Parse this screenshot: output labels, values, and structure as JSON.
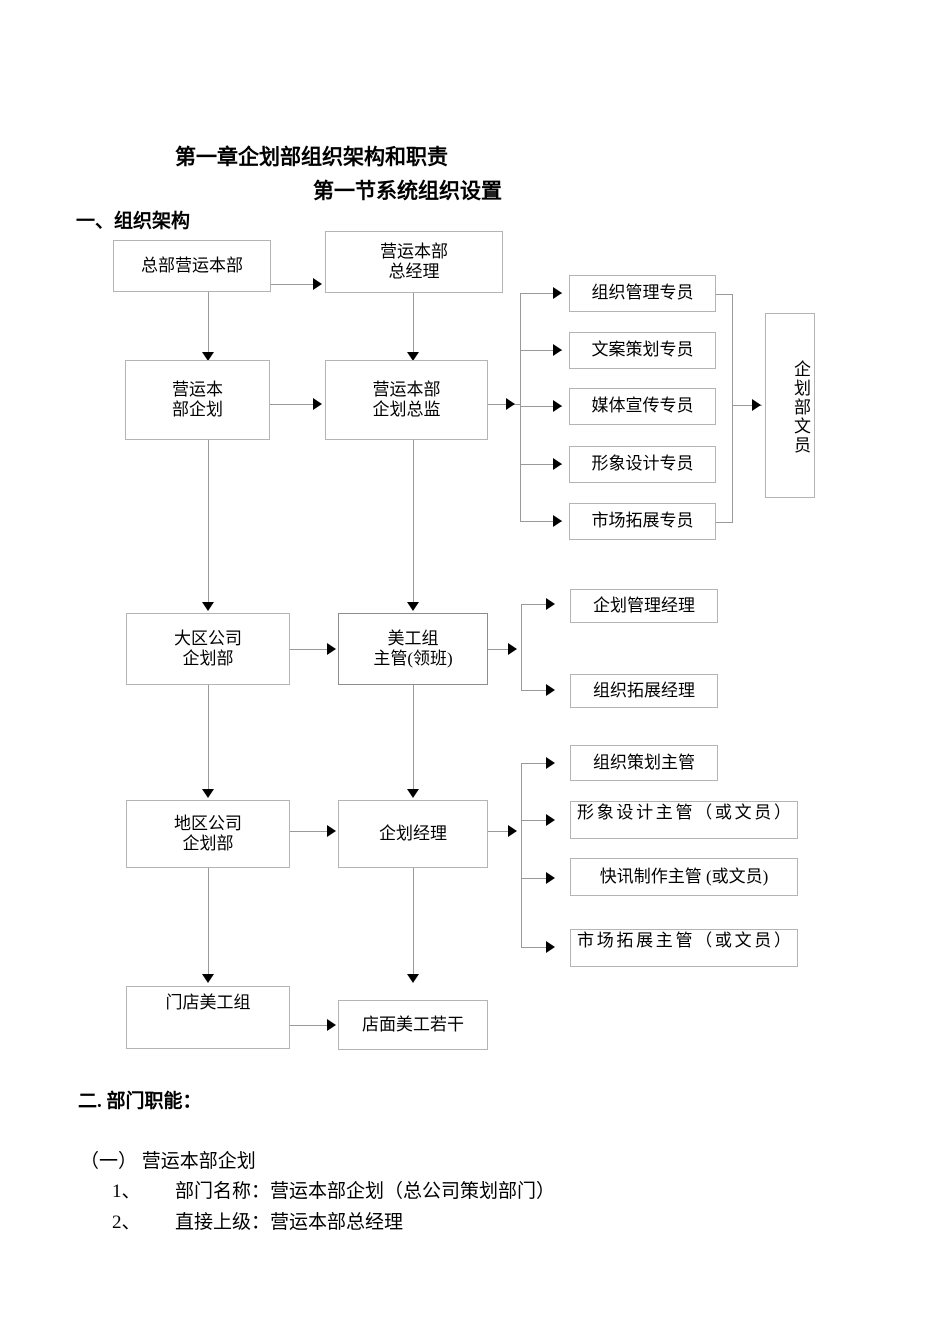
{
  "document": {
    "title_line_1": "第一章企划部组织架构和职责",
    "title_line_2": "第一节系统组织设置",
    "section_1_heading": "一、组织架构",
    "section_2_heading": "二. 部门职能："
  },
  "org_chart": {
    "tier_1": {
      "left_box": "总部营运本部",
      "right_box": "营运本部\n总经理"
    },
    "tier_2": {
      "left_box": "营运本\n部企划",
      "right_box": "营运本部\n企划总监",
      "specialists": [
        "组织管理专员",
        "文案策划专员",
        "媒体宣传专员",
        "形象设计专员",
        "市场拓展专员"
      ],
      "collector_box": "企划部文员"
    },
    "tier_3": {
      "left_box": "大区公司\n企划部",
      "right_box": "美工组\n主管(领班)",
      "reports": [
        "企划管理经理",
        "组织拓展经理"
      ]
    },
    "tier_4": {
      "left_box": "地区公司\n企划部",
      "right_box": "企划经理",
      "reports": [
        "组织策划主管",
        "形象设计主管（或文员）",
        "快讯制作主管 (或文员)",
        "市场拓展主管（或文员）"
      ]
    },
    "tier_5": {
      "left_box": "门店美工组",
      "right_box": "店面美工若干"
    }
  },
  "duties": {
    "group_label": "（一）  营运本部企划",
    "items": [
      {
        "number": "1、",
        "text": "部门名称：营运本部企划（总公司策划部门）"
      },
      {
        "number": "2、",
        "text": "直接上级：营运本部总经理"
      }
    ]
  },
  "colors": {
    "text": "#000000",
    "box_border": "#b4b4b4",
    "connector": "#9a9a9a",
    "arrow": "#000000",
    "background": "#ffffff"
  }
}
